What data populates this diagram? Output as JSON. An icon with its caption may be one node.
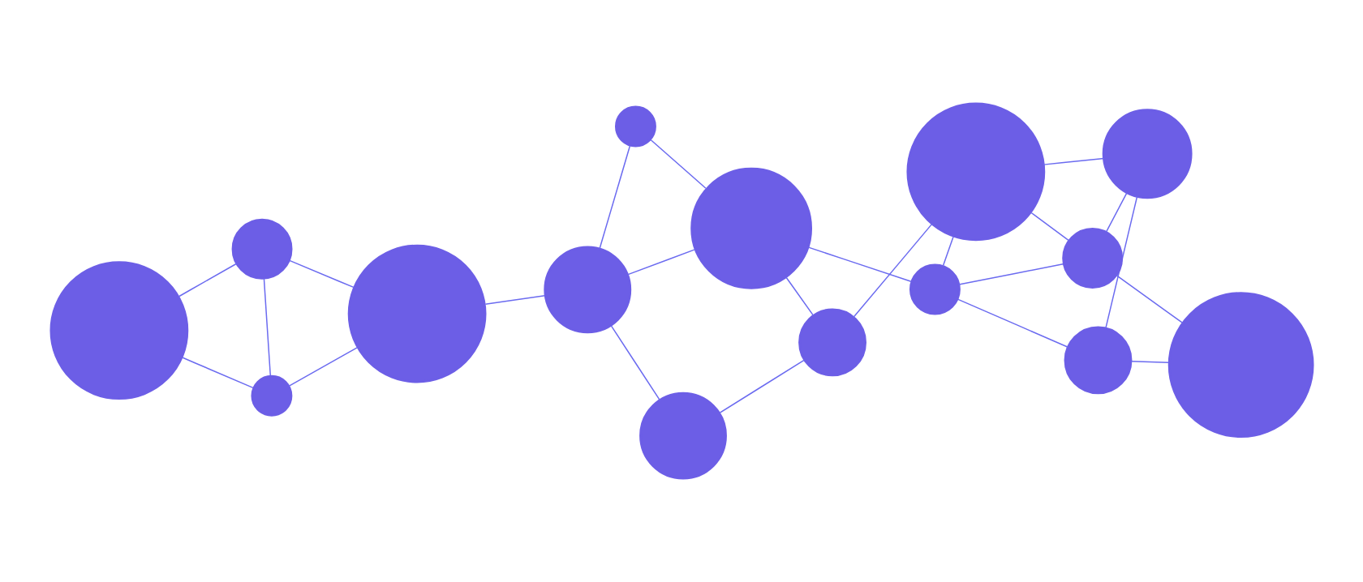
{
  "diagram": {
    "nodes": [
      {
        "text": [],
        "shape": "circle"
      },
      {
        "text": [],
        "shape": "circle"
      },
      {
        "text": [],
        "shape": "circle"
      },
      {
        "text": [],
        "shape": "circle"
      },
      {
        "text": [],
        "shape": "circle"
      },
      {
        "text": [],
        "shape": "circle"
      },
      {
        "text": [],
        "shape": "circle"
      },
      {
        "text": [],
        "shape": "circle"
      },
      {
        "text": [],
        "shape": "circle"
      },
      {
        "text": [],
        "shape": "circle"
      },
      {
        "text": [],
        "shape": "circle"
      },
      {
        "text": [],
        "shape": "circle"
      },
      {
        "text": [],
        "shape": "circle"
      },
      {
        "text": [],
        "shape": "circle"
      },
      {
        "text": [],
        "shape": "circle"
      }
    ],
    "edges": [
      {
        "from": 0,
        "to": 1,
        "arrow": "none"
      },
      {
        "from": 0,
        "to": 2,
        "arrow": "none"
      },
      {
        "from": 0,
        "to": 4,
        "arrow": "none"
      },
      {
        "from": 1,
        "to": 2,
        "arrow": "none"
      },
      {
        "from": 1,
        "to": 3,
        "arrow": "none"
      },
      {
        "from": 2,
        "to": 3,
        "arrow": "none"
      },
      {
        "from": 4,
        "to": 5,
        "arrow": "none"
      },
      {
        "from": 4,
        "to": 6,
        "arrow": "none"
      },
      {
        "from": 4,
        "to": 7,
        "arrow": "none"
      },
      {
        "from": 5,
        "to": 6,
        "arrow": "none"
      },
      {
        "from": 6,
        "to": 11,
        "arrow": "none"
      },
      {
        "from": 6,
        "to": 8,
        "arrow": "none"
      },
      {
        "from": 8,
        "to": 7,
        "arrow": "none"
      },
      {
        "from": 8,
        "to": 13,
        "arrow": "none"
      },
      {
        "from": 9,
        "to": 10,
        "arrow": "none"
      },
      {
        "from": 9,
        "to": 11,
        "arrow": "none"
      },
      {
        "from": 9,
        "to": 14,
        "arrow": "none"
      },
      {
        "from": 10,
        "to": 12,
        "arrow": "none"
      },
      {
        "from": 11,
        "to": 12,
        "arrow": "none"
      },
      {
        "from": 11,
        "to": 13,
        "arrow": "none"
      },
      {
        "from": 12,
        "to": 13,
        "arrow": "none"
      },
      {
        "from": 12,
        "to": 14,
        "arrow": "none"
      },
      {
        "from": 13,
        "to": 14,
        "arrow": "none"
      }
    ]
  }
}
